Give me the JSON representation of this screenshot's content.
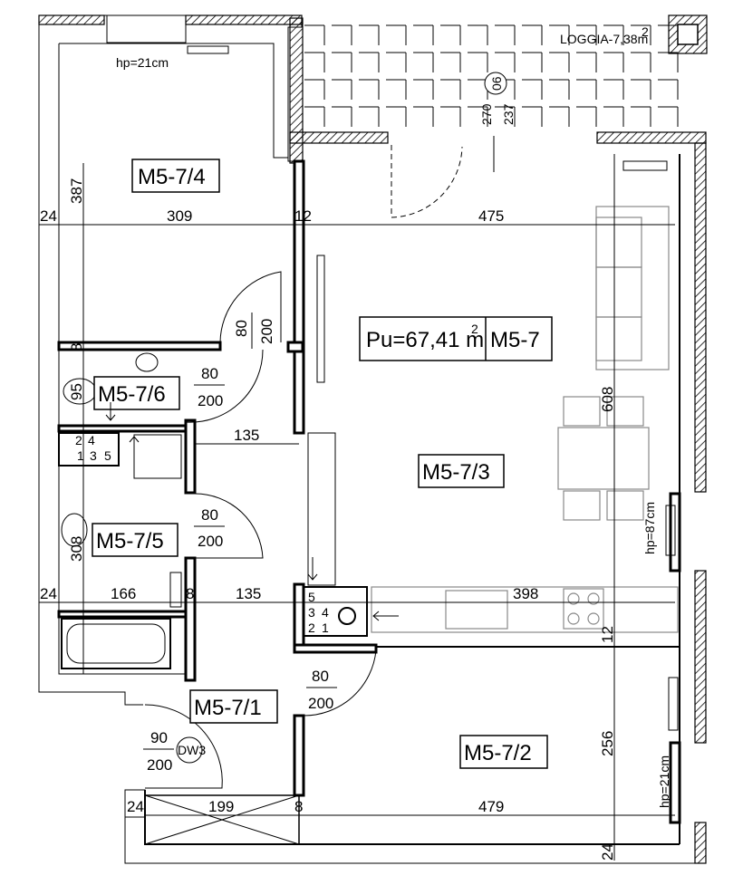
{
  "summary": {
    "area_label": "Pu=67,41 m",
    "area_sup": "2",
    "unit_code": "M5-7"
  },
  "rooms": {
    "r4": "M5-7/4",
    "r6": "M5-7/6",
    "r5": "M5-7/5",
    "r3": "M5-7/3",
    "r1": "M5-7/1",
    "r2": "M5-7/2"
  },
  "loggia": {
    "label": "LOGGIA-7,38m",
    "sup": "2",
    "number": "06",
    "h1": "270",
    "h2": "237"
  },
  "windows": {
    "top_left_hp": "hp=21cm",
    "right_mid_hp": "hp=87cm",
    "right_low_hp": "hp=21cm"
  },
  "dimensions": {
    "top_left_24": "24",
    "top_309": "309",
    "top_12": "12",
    "top_475": "475",
    "left_387": "387",
    "door_r4_w": "80",
    "door_r4_h": "200",
    "left_8a": "8",
    "left_95": "95",
    "door_r6_w": "80",
    "door_r6_h": "200",
    "dim_135a": "135",
    "left_308": "308",
    "door_r5_w": "80",
    "door_r5_h": "200",
    "mid_24": "24",
    "dim_166": "166",
    "dim_8b": "8",
    "dim_135b": "135",
    "dim_398": "398",
    "dim_12b": "12",
    "dim_608": "608",
    "door_r1_w": "80",
    "door_r1_h": "200",
    "entry_w": "90",
    "entry_h": "200",
    "entry_tag": "DW3",
    "right_256": "256",
    "bot_24": "24",
    "bot_199": "199",
    "bot_8": "8",
    "bot_479": "479",
    "right_24": "24"
  },
  "shafts": {
    "a_row1": [
      "2",
      "4"
    ],
    "a_row2": [
      "1",
      "3",
      "5"
    ],
    "b_row1": [
      "5"
    ],
    "b_row2": [
      "3",
      "4"
    ],
    "b_row3": [
      "2",
      "1"
    ]
  }
}
